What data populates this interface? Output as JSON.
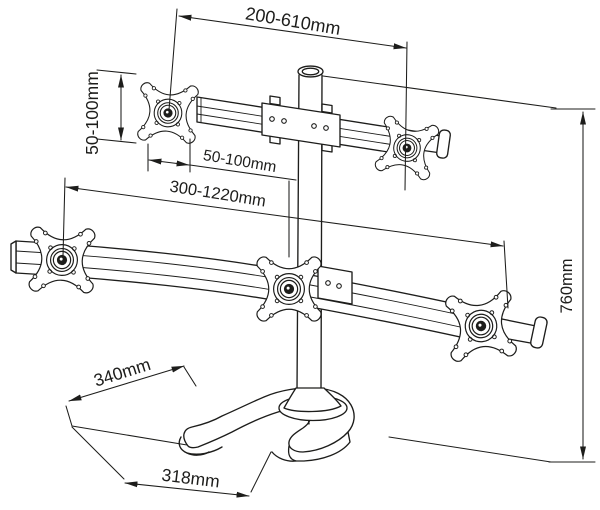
{
  "colors": {
    "ink": "#1d1d1b",
    "background": "#ffffff"
  },
  "labels": {
    "top_extension_range": "200-610mm",
    "vesa_vertical_range": "50-100mm",
    "vesa_horizontal_range": "50-100mm",
    "lower_extension_range": "300-1220mm",
    "pole_height": "760mm",
    "base_depth": "340mm",
    "base_width": "318mm"
  }
}
